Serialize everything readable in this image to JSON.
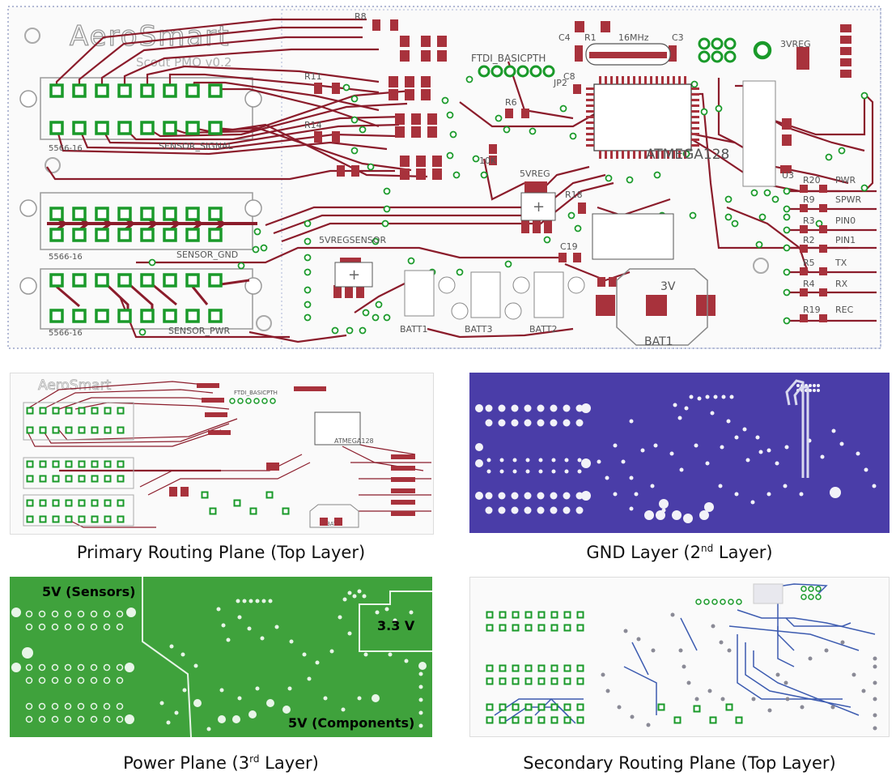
{
  "main_board": {
    "logo": "AeroSmart",
    "logo_sub": "Scout PMO v0.2",
    "labels": {
      "ftdi": "FTDI_BASICPTH",
      "crystal": "16MHz",
      "mcu": "ATMEGA128",
      "vreg": "3VREG",
      "vreg2": "5VREG",
      "vreg_sensor": "5VREGSENSOR",
      "sensor_signal": "SENSOR_SIGNAL",
      "sensor_gnd": "SENSOR_GND",
      "sensor_pwr": "SENSOR_PWR",
      "conn_part": "5566-16",
      "batt1": "BATT1",
      "batt2": "BATT2",
      "batt3": "BATT3",
      "bat1": "BAT1",
      "bat_voltage": "3V",
      "r8": "R8",
      "r1": "R1",
      "c4": "C4",
      "c3": "C3",
      "r11": "R11",
      "r14": "R14",
      "r6": "R6",
      "c8": "C8",
      "jp2": "JP2",
      "r18": "R18",
      "c19": "C19",
      "ten_k": "10K",
      "u3": "U3"
    },
    "led_labels": [
      {
        "ref": "R20",
        "name": "PWR"
      },
      {
        "ref": "R9",
        "name": "SPWR"
      },
      {
        "ref": "R3",
        "name": "PIN0"
      },
      {
        "ref": "R2",
        "name": "PIN1"
      },
      {
        "ref": "R5",
        "name": "TX"
      },
      {
        "ref": "R4",
        "name": "RX"
      },
      {
        "ref": "R19",
        "name": "REC"
      }
    ]
  },
  "panels": {
    "primary": {
      "caption": "Primary Routing Plane (Top Layer)"
    },
    "gnd": {
      "caption_pre": "GND Layer (2",
      "caption_sup": "nd",
      "caption_post": " Layer)"
    },
    "power": {
      "caption_pre": "Power Plane (3",
      "caption_sup": "rd",
      "caption_post": " Layer)",
      "zone_sensors": "5V (Sensors)",
      "zone_3v3": "3.3 V",
      "zone_components": "5V (Components)"
    },
    "secondary": {
      "caption": "Secondary Routing Plane (Top Layer)"
    }
  },
  "colors": {
    "trace": "#8b1c2b",
    "pad_green": "#1a9a2a",
    "smd_red": "#a8323c",
    "gnd_plane": "#4a3da8",
    "power_plane": "#3fa23c",
    "blue_trace": "#3c5bb0"
  }
}
